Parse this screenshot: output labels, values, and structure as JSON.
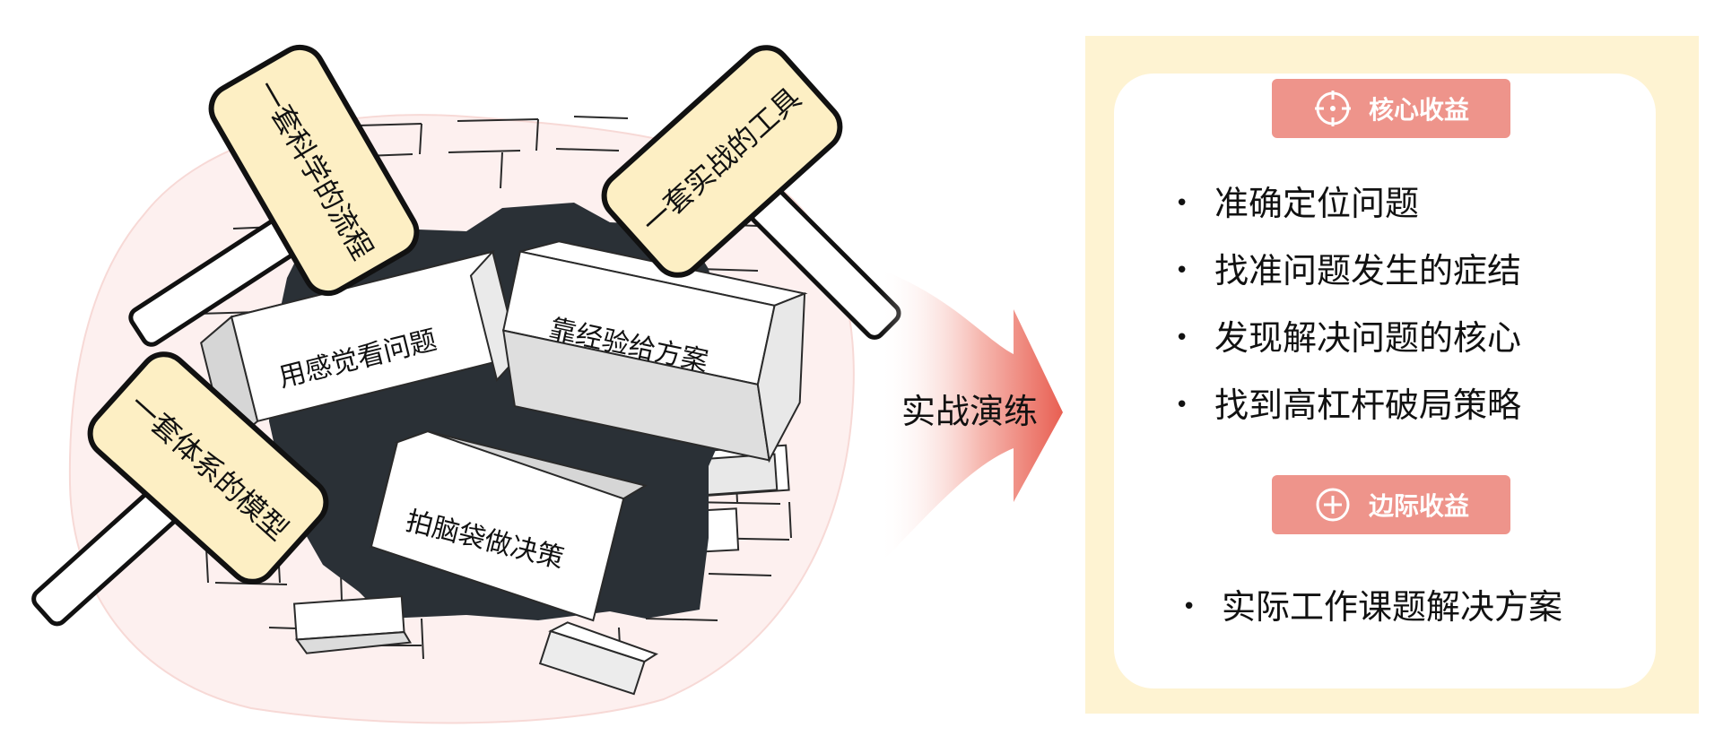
{
  "hammers": [
    {
      "label": "一套科学的流程"
    },
    {
      "label": "一套实战的工具"
    },
    {
      "label": "一套体系的模型"
    }
  ],
  "bricks": [
    {
      "label": "用感觉看问题"
    },
    {
      "label": "靠经验给方案"
    },
    {
      "label": "拍脑袋做决策"
    }
  ],
  "arrow": {
    "label": "实战演练"
  },
  "panel": {
    "core": {
      "title": "核心收益",
      "items": [
        "准确定位问题",
        "找准问题发生的症结",
        "发现解决问题的核心",
        "找到高杠杆破局策略"
      ]
    },
    "marginal": {
      "title": "边际收益",
      "items": [
        "实际工作课题解决方案"
      ]
    }
  },
  "colors": {
    "pill": "#ee948b",
    "panel_bg": "#fef3d2",
    "hammer_head": "#fdefc4",
    "hole": "#2a3036",
    "blob": "#fdf0ef",
    "arrow": "#e85f52"
  }
}
